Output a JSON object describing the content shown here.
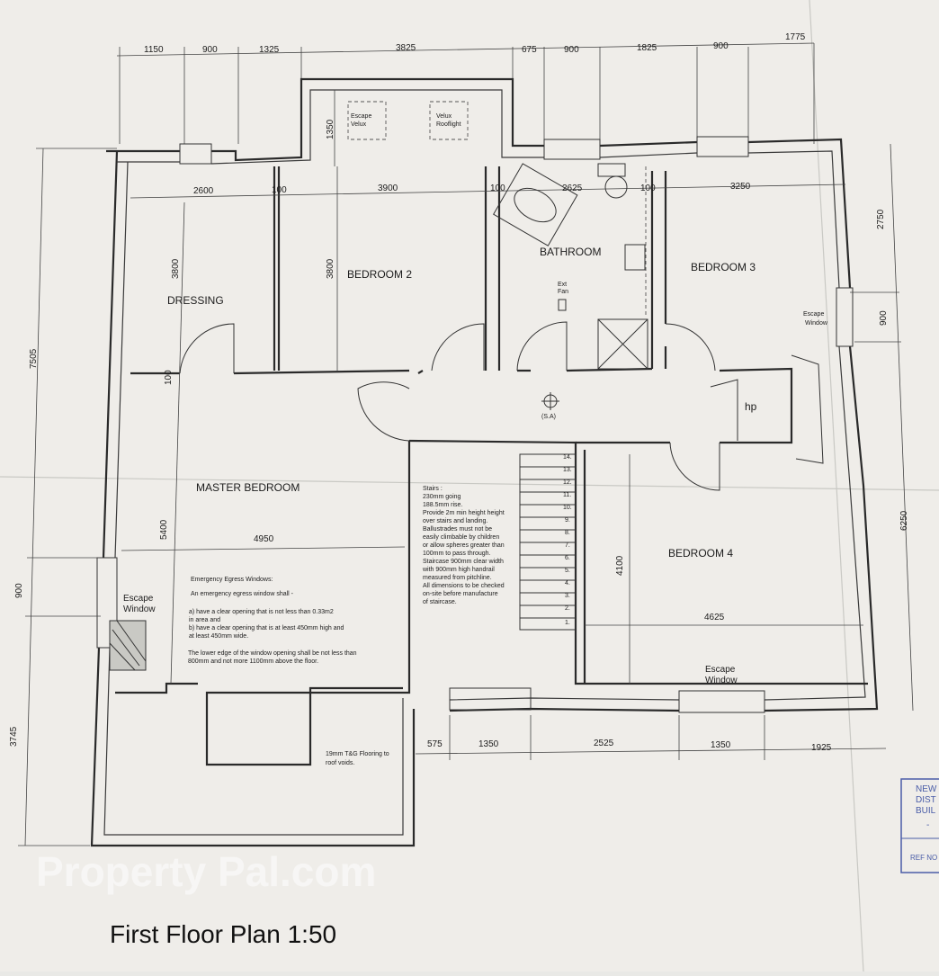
{
  "plan": {
    "title": "First Floor Plan 1:50",
    "watermark": "Property Pal.com",
    "stamp_lines": [
      "NEW",
      "DIST",
      "BUIL",
      "-",
      "REF NO"
    ]
  },
  "rooms": {
    "dressing": "DRESSING",
    "bedroom2": "BEDROOM 2",
    "bathroom": "BATHROOM",
    "bedroom3": "BEDROOM 3",
    "master": "MASTER BEDROOM",
    "bedroom4": "BEDROOM 4",
    "hp": "hp"
  },
  "labels": {
    "escape_velux_1": "Escape",
    "escape_velux_2": "Velux",
    "velux_rooflight_1": "Velux",
    "velux_rooflight_2": "Rooflight",
    "ext_fan_1": "Ext",
    "ext_fan_2": "Fan",
    "sa": "(S.A)",
    "escape_window_left_1": "Escape",
    "escape_window_left_2": "Window",
    "escape_window_right_1": "Escape",
    "escape_window_right_2": "Window",
    "escape_window_b4_1": "Escape",
    "escape_window_b4_2": "Window",
    "flooring_1": "19mm T&G Flooring to",
    "flooring_2": "roof voids."
  },
  "stairs_note": [
    "Stairs :",
    "230mm going",
    "188.5mm rise.",
    "Provide 2m min height height",
    "over stairs and landing.",
    "Ballustrades must not be",
    "easily climbable by children",
    "or allow spheres greater than",
    "100mm to pass through.",
    "Staircase 900mm clear width",
    "with 900mm high handrail",
    "measured from pitchline.",
    "All dimensions to be checked",
    "on-site before manufacture",
    "of staircase."
  ],
  "egress_note": [
    "Emergency Egress Windows:",
    "An emergency egress window shall -",
    "a) have a clear opening that is not less than 0.33m2",
    "in area and",
    "b) have a clear opening that is at least 450mm high and",
    "at least 450mm wide.",
    "The lower edge of the window opening shall be not less than",
    "800mm and not more 1100mm above the floor."
  ],
  "stair_steps": [
    "14.",
    "13.",
    "12.",
    "11.",
    "10.",
    "9.",
    "8.",
    "7.",
    "6.",
    "5.",
    "4.",
    "3.",
    "2.",
    "1."
  ],
  "dims": {
    "top": [
      "1150",
      "900",
      "1325",
      "3825",
      "675",
      "900",
      "1825",
      "900",
      "1775"
    ],
    "inner_row": [
      "2600",
      "100",
      "3900",
      "100",
      "2625",
      "100",
      "3250"
    ],
    "bottom": [
      "575",
      "1350",
      "2525",
      "1350",
      "1925"
    ],
    "left": [
      "7505",
      "900",
      "3745"
    ],
    "right": [
      "2750",
      "900",
      "6250"
    ],
    "inner_vertical": [
      "1350",
      "3800",
      "3800",
      "100",
      "5400",
      "4100"
    ],
    "inner_horizontal": [
      "4950",
      "4625"
    ]
  }
}
